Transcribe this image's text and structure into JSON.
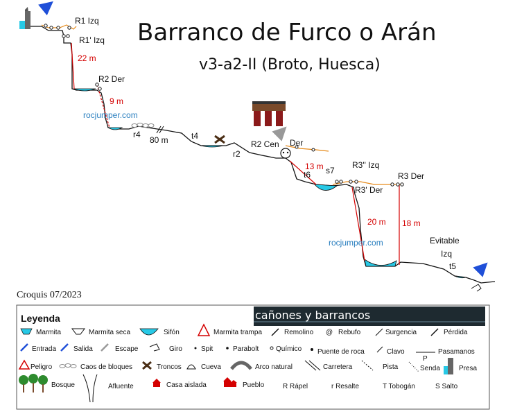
{
  "title": "Barranco de Furco o Arán",
  "subtitle": "v3-a2-II (Broto, Huesca)",
  "croquis_date": "Croquis 07/2023",
  "watermark": "rocjumper.com",
  "banner_text": "cañones y barrancos",
  "colors": {
    "water": "#27c9e6",
    "rope": "#e68a1a",
    "drop_line": "#d40000",
    "exit_arrow": "#1f4fd8"
  },
  "labels": {
    "r1": "R1 Izq",
    "r1p": "R1' Izq",
    "d22": "22 m",
    "r2der": "R2 Der",
    "d9": "9 m",
    "r4": "r4",
    "d80": "80 m",
    "t4": "t4",
    "r2": "r2",
    "r2cen": "R2 Cen",
    "der": "Der",
    "d13": "13 m",
    "t6": "t6",
    "s7": "s7",
    "r3pp": "R3'' Izq",
    "r3der": "R3 Der",
    "r3p": "R3' Der",
    "d20": "20 m",
    "d18": "18 m",
    "evitable": "Evitable",
    "izq": "Izq",
    "t5": "t5"
  },
  "legend": {
    "heading": "Leyenda",
    "items": {
      "marmita": "Marmita",
      "marmita_seca": "Marmita seca",
      "sifon": "Sifón",
      "marmita_trampa": "Marmita trampa",
      "remolino": "Remolino",
      "rebufo": "Rebufo",
      "surgencia": "Surgencia",
      "perdida": "Pérdida",
      "entrada": "Entrada",
      "salida": "Salida",
      "escape": "Escape",
      "giro": "Giro",
      "spit": "Spit",
      "parabolt": "Parabolt",
      "quimico": "Químico",
      "puente_roca": "Puente de roca",
      "clavo": "Clavo",
      "pasamanos": "Pasamanos",
      "pasamanos_p": "P",
      "peligro": "Peligro",
      "caos": "Caos de bloques",
      "troncos": "Troncos",
      "cueva": "Cueva",
      "arco": "Arco natural",
      "carretera": "Carretera",
      "pista": "Pista",
      "senda": "Senda",
      "presa": "Presa",
      "bosque": "Bosque",
      "afluente": "Afluente",
      "casa": "Casa aislada",
      "pueblo": "Pueblo",
      "rapel": "R Rápel",
      "resalte": "r Resalte",
      "tobogan": "T Tobogán",
      "salto": "S Salto"
    }
  }
}
